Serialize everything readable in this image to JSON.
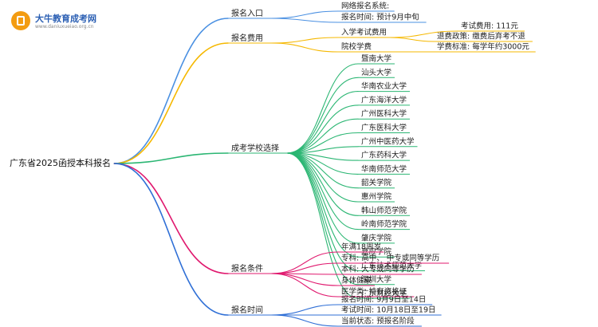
{
  "logo": {
    "title": "大牛教育成考网",
    "url": "www.daniuxueiao.org.cn"
  },
  "root": "广东省2025函授本科报名",
  "branches": [
    {
      "label": "报名入口",
      "color": "#4a90e2",
      "children": [
        {
          "text": "网络报名系统:"
        },
        {
          "text": "报名时间: 预计9月中旬"
        }
      ]
    },
    {
      "label": "报名费用",
      "color": "#f5b800",
      "children": [
        {
          "text": "入学考试费用",
          "children": [
            "考试费用: 111元",
            "退费政策: 缴费后弃考不退"
          ]
        },
        {
          "text": "院校学费",
          "children": [
            "学费标准: 每学年约3000元"
          ]
        }
      ]
    },
    {
      "label": "成考学校选择",
      "color": "#2bb673",
      "children": [
        {
          "text": "暨南大学"
        },
        {
          "text": "汕头大学"
        },
        {
          "text": "华南农业大学"
        },
        {
          "text": "广东海洋大学"
        },
        {
          "text": "广州医科大学"
        },
        {
          "text": "广东医科大学"
        },
        {
          "text": "广州中医药大学"
        },
        {
          "text": "广东药科大学"
        },
        {
          "text": "华南师范大学"
        },
        {
          "text": "韶关学院"
        },
        {
          "text": "惠州学院"
        },
        {
          "text": "韩山师范学院"
        },
        {
          "text": "岭南师范学院"
        },
        {
          "text": "肇庆学院"
        },
        {
          "text": "嘉应学院"
        },
        {
          "text": "广东技术师范大学"
        },
        {
          "text": "深圳大学"
        },
        {
          "text": "广东财经大学"
        }
      ]
    },
    {
      "label": "报名条件",
      "color": "#e0186e",
      "children": [
        {
          "text": "年满18周岁"
        },
        {
          "text": "专科: 高中、 中专或同等学历"
        },
        {
          "text": "本科: 大专或同等学历"
        },
        {
          "text": "身体健康"
        },
        {
          "text": "医学类: 持有资格证"
        }
      ]
    },
    {
      "label": "报名时间",
      "color": "#2f6fd6",
      "children": [
        {
          "text": "报名时间: 9月9日至14日"
        },
        {
          "text": "考试时间: 10月18日至19日"
        },
        {
          "text": "当前状态: 预报名阶段"
        }
      ]
    }
  ]
}
